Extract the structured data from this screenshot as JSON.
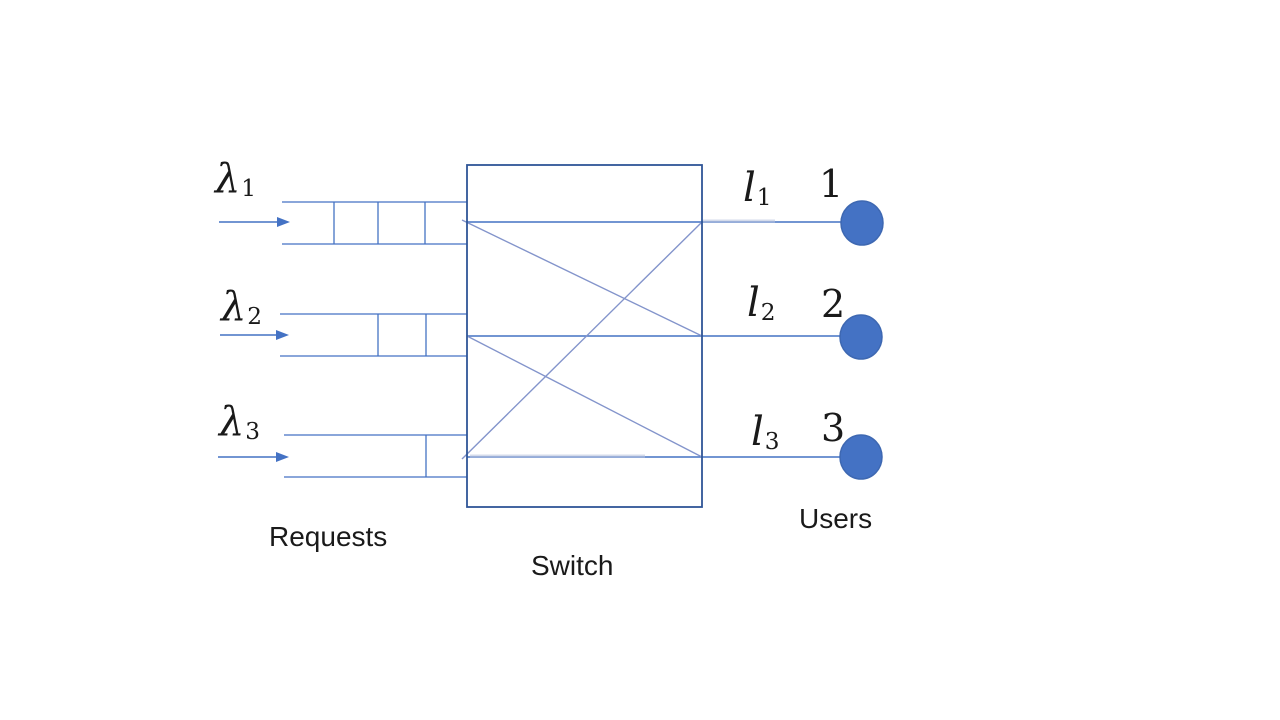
{
  "title": "Requests-Switch-Users queueing diagram",
  "inputs": [
    {
      "base": "λ",
      "sub": "1"
    },
    {
      "base": "λ",
      "sub": "2"
    },
    {
      "base": "λ",
      "sub": "3"
    }
  ],
  "queues": [
    {
      "slots_shown": 3,
      "slot_dividers": [
        334,
        378,
        425
      ]
    },
    {
      "slots_shown": 2,
      "slot_dividers": [
        378,
        426
      ]
    },
    {
      "slots_shown": 1,
      "slot_dividers": [
        426
      ]
    }
  ],
  "links": [
    {
      "base": "l",
      "sub": "1"
    },
    {
      "base": "l",
      "sub": "2"
    },
    {
      "base": "l",
      "sub": "3"
    }
  ],
  "users": [
    {
      "label": "1"
    },
    {
      "label": "2"
    },
    {
      "label": "3"
    }
  ],
  "switch_connections": [
    {
      "from": 1,
      "to": 1,
      "style": "straight"
    },
    {
      "from": 1,
      "to": 2,
      "style": "diagonal"
    },
    {
      "from": 2,
      "to": 2,
      "style": "straight"
    },
    {
      "from": 2,
      "to": 3,
      "style": "diagonal"
    },
    {
      "from": 3,
      "to": 3,
      "style": "straight"
    },
    {
      "from": 3,
      "to": 1,
      "style": "diagonal"
    }
  ],
  "captions": {
    "requests": "Requests",
    "switch": "Switch",
    "users": "Users"
  },
  "colors": {
    "line": "#4472C4",
    "diagonal": "#8394CB",
    "box_border": "#2F5597",
    "circle_fill": "#4472C4",
    "circle_stroke": "#3E68B2",
    "highlight": "#B7C3DD",
    "text": "#1A1A1A"
  }
}
